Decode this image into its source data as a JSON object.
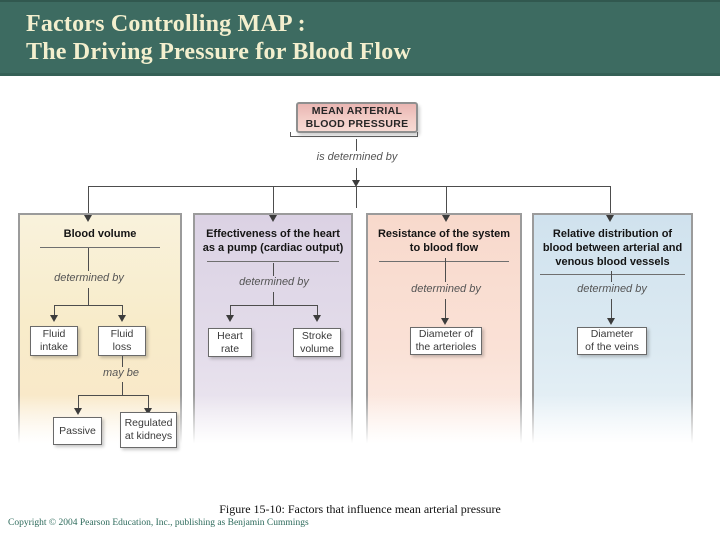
{
  "slide": {
    "header": {
      "title_lines": [
        "Factors Controlling MAP :",
        "The Driving Pressure for Blood Flow"
      ]
    },
    "root_box": {
      "lines": [
        "MEAN ARTERIAL",
        "BLOOD PRESSURE"
      ]
    },
    "labels": {
      "is_determined_by": "is determined by",
      "determined_by": "determined by",
      "may_be": "may be"
    },
    "columns": [
      {
        "title_lines": [
          "Blood volume"
        ]
      },
      {
        "title_lines": [
          "Effectiveness of the heart",
          "as a pump (cardiac output)"
        ]
      },
      {
        "title_lines": [
          "Resistance of the system",
          "to blood flow"
        ]
      },
      {
        "title_lines": [
          "Relative distribution of",
          "blood between arterial and",
          "venous blood vessels"
        ]
      }
    ],
    "boxes": {
      "fluid_intake": [
        "Fluid",
        "intake"
      ],
      "fluid_loss": [
        "Fluid",
        "loss"
      ],
      "passive": [
        "Passive"
      ],
      "regulated_at_kidneys": [
        "Regulated",
        "at kidneys"
      ],
      "heart_rate": [
        "Heart",
        "rate"
      ],
      "stroke_volume": [
        "Stroke",
        "volume"
      ],
      "diameter_arterioles": [
        "Diameter of",
        "the arterioles"
      ],
      "diameter_veins": [
        "Diameter",
        "of the veins"
      ]
    },
    "footer": {
      "caption": "Figure 15-10: Factors that influence mean arterial pressure",
      "copyright": "Copyright © 2004 Pearson Education, Inc., publishing as Benjamin Cummings"
    },
    "colors": {
      "header_bg": "#3d6b61",
      "header_text": "#f3efce",
      "root_box_pink_top": "#e9b5b2",
      "root_box_pink_bottom": "#f7dad3",
      "col_blood_volume_bg": "#f8ecca",
      "col_effectiveness_bg": "#dbd2e4",
      "col_resistance_bg": "#f8d9cc",
      "col_distribution_bg": "#d0e2ee",
      "connector": "#4d4d4d",
      "copyright_text": "#2e6b5c"
    }
  }
}
